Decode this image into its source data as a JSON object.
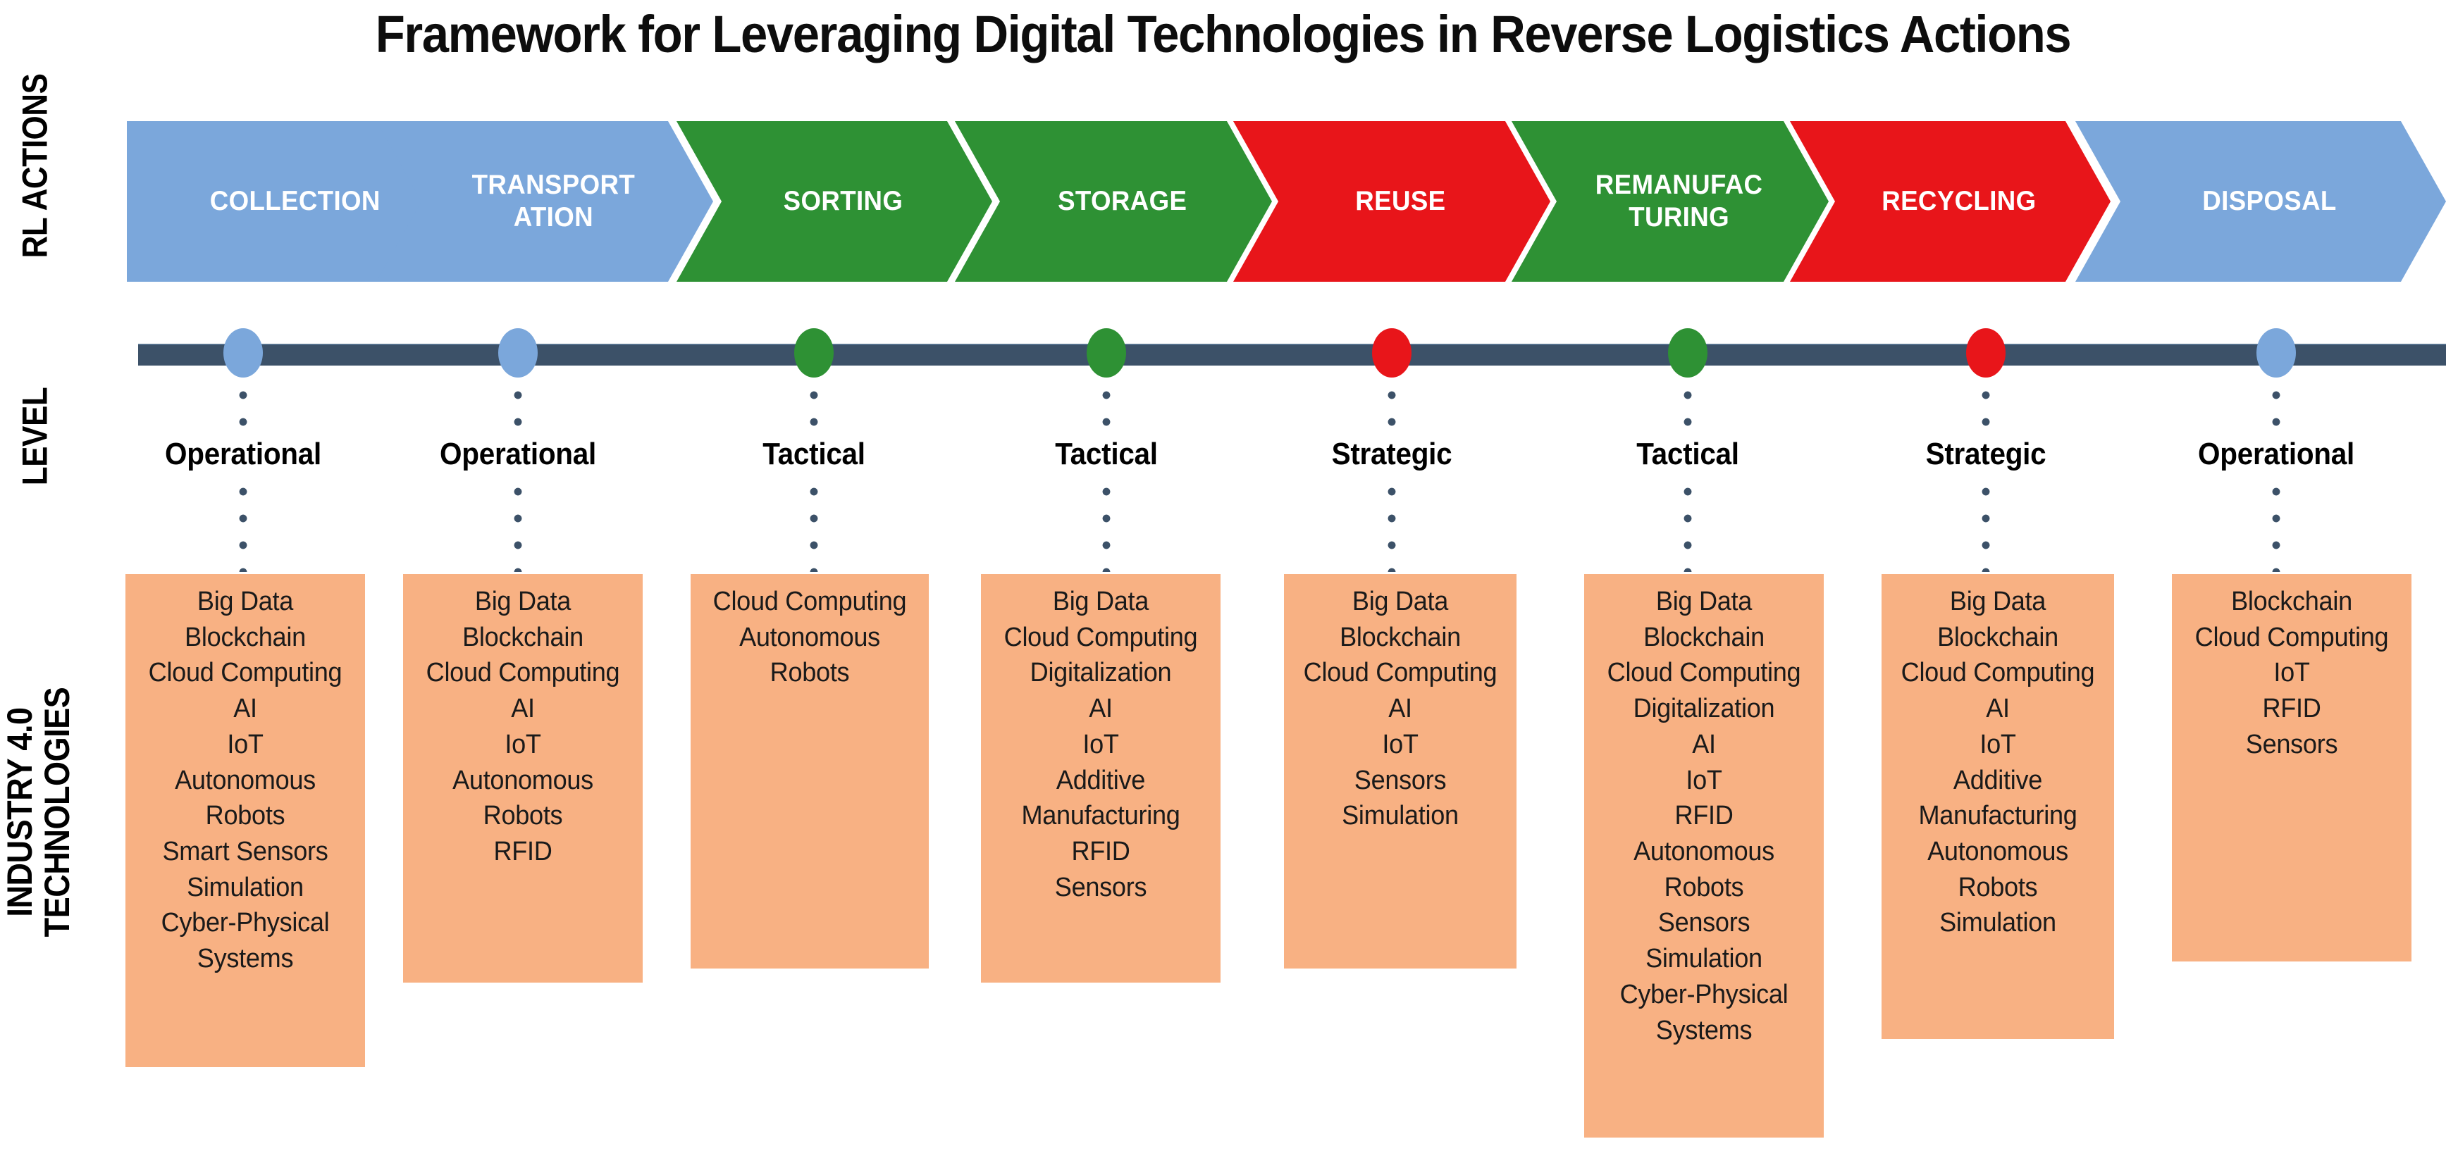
{
  "title": "Framework for Leveraging Digital Technologies in Reverse Logistics Actions",
  "row_labels": {
    "rl_actions": "RL ACTIONS",
    "level": "LEVEL",
    "technologies_line1": "INDUSTRY 4.0",
    "technologies_line2": "TECHNOLOGIES"
  },
  "colors": {
    "blue": "#7ba7db",
    "green": "#2e9134",
    "red": "#e8151a",
    "orange": "#f8b183",
    "timeline": "#3c5168",
    "text_dark": "#000000",
    "chevron_text": "#ffffff"
  },
  "stages": [
    {
      "action": "COLLECTION",
      "color": "#7ba7db",
      "level": "Operational",
      "technologies": [
        "Big Data",
        "Blockchain",
        "Cloud Computing",
        "AI",
        "IoT",
        "Autonomous Robots",
        "Smart Sensors",
        "Simulation",
        "Cyber-Physical Systems"
      ]
    },
    {
      "action": "TRANSPORT\nATION",
      "color": "#7ba7db",
      "level": "Operational",
      "technologies": [
        "Big Data",
        "Blockchain",
        "Cloud Computing",
        "AI",
        "IoT",
        "Autonomous Robots",
        "RFID"
      ]
    },
    {
      "action": "SORTING",
      "color": "#2e9134",
      "level": "Tactical",
      "technologies": [
        "Cloud Computing",
        "Autonomous Robots"
      ]
    },
    {
      "action": "STORAGE",
      "color": "#2e9134",
      "level": "Tactical",
      "technologies": [
        "Big Data",
        "Cloud Computing",
        "Digitalization",
        "AI",
        "IoT",
        "Additive Manufacturing",
        "RFID",
        "Sensors"
      ]
    },
    {
      "action": "REUSE",
      "color": "#e8151a",
      "level": "Strategic",
      "technologies": [
        "Big Data",
        "Blockchain",
        "Cloud Computing",
        "AI",
        "IoT",
        "Sensors",
        "Simulation"
      ]
    },
    {
      "action": "REMANUFAC\nTURING",
      "color": "#2e9134",
      "level": "Tactical",
      "technologies": [
        "Big Data",
        "Blockchain",
        "Cloud Computing",
        "Digitalization",
        "AI",
        "IoT",
        "RFID",
        "Autonomous Robots",
        "Sensors",
        "Simulation",
        "Cyber-Physical Systems"
      ]
    },
    {
      "action": "RECYCLING",
      "color": "#e8151a",
      "level": "Strategic",
      "technologies": [
        "Big Data",
        "Blockchain",
        "Cloud Computing",
        "AI",
        "IoT",
        "Additive Manufacturing",
        "Autonomous Robots",
        "Simulation"
      ]
    },
    {
      "action": "DISPOSAL",
      "color": "#7ba7db",
      "level": "Operational",
      "technologies": [
        "Blockchain",
        "Cloud Computing",
        "IoT",
        "RFID",
        "Sensors"
      ]
    }
  ]
}
